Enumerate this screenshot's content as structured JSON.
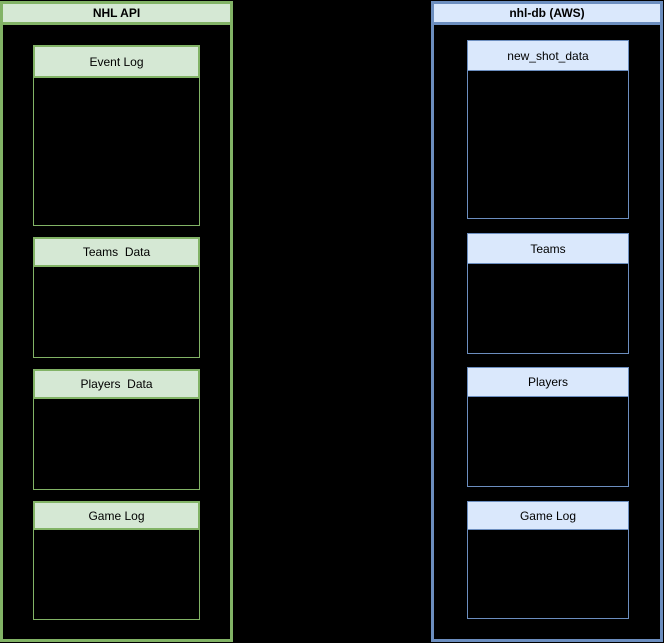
{
  "panels": [
    {
      "title": "NHL API",
      "boxes": [
        {
          "title": "Event Log"
        },
        {
          "title": "Teams  Data"
        },
        {
          "title": "Players  Data"
        },
        {
          "title": "Game Log"
        }
      ]
    },
    {
      "title": "nhl-db (AWS)",
      "boxes": [
        {
          "title": "new_shot_data"
        },
        {
          "title": "Teams"
        },
        {
          "title": "Players"
        },
        {
          "title": "Game Log"
        }
      ]
    }
  ],
  "palette": {
    "background": "#000000",
    "green_fill": "#d5e8d4",
    "green_border": "#82b366",
    "blue_fill": "#dae8fc",
    "blue_border": "#6c8ebf",
    "text": "#000000"
  }
}
